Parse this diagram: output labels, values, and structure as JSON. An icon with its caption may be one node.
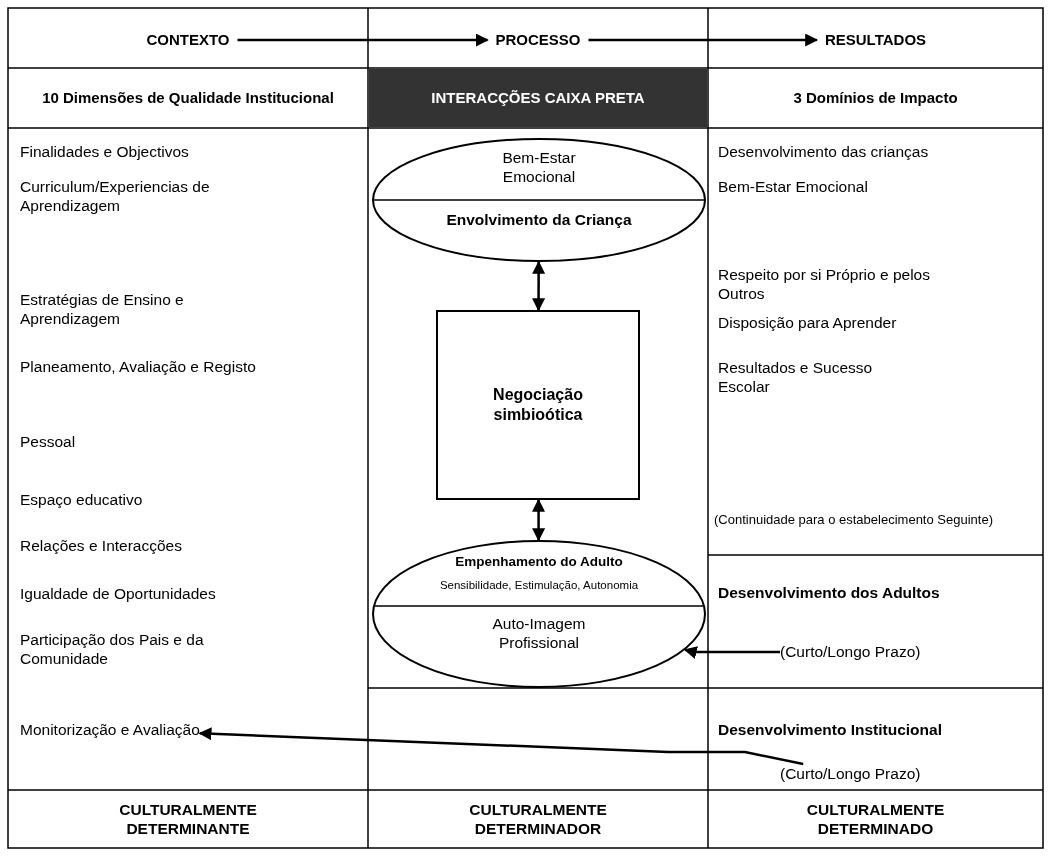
{
  "diagram": {
    "nodes": [
      {
        "text": [
          "CONTEXTO"
        ]
      },
      {
        "text": [
          "PROCESSO"
        ]
      },
      {
        "text": [
          "RESULTADOS"
        ]
      },
      {
        "text": [
          "10 Dimensões de Qualidade Institucional"
        ]
      },
      {
        "text": [
          "INTERACÇÕES CAIXA PRETA"
        ]
      },
      {
        "text": [
          "3 Domínios de Impacto"
        ]
      },
      {
        "text": [
          "Bem-Estar Emocional",
          "Envolvimento da Criança"
        ]
      },
      {
        "text": [
          "Negociação simbioótica"
        ]
      },
      {
        "text": [
          "Empenhamento do Adulto",
          "Sensibilidade, Estimulação, Autonomia",
          "Auto-Imagem Profissional"
        ]
      },
      {
        "text": [
          "(Curto/Longo Prazo)"
        ]
      },
      {
        "text": [
          "Monitorização e Avaliação"
        ]
      },
      {
        "text": [
          "(Curto/Longo Prazo)"
        ]
      }
    ],
    "edges": [
      {
        "from": 0,
        "to": 1,
        "arrow": "to"
      },
      {
        "from": 1,
        "to": 2,
        "arrow": "to"
      },
      {
        "from": 6,
        "to": 7,
        "arrow": "both"
      },
      {
        "from": 7,
        "to": 8,
        "arrow": "both"
      },
      {
        "from": 9,
        "to": 8,
        "arrow": "to"
      },
      {
        "from": 11,
        "to": 10,
        "arrow": "to"
      }
    ],
    "labels": [
      "Finalidades e Objectivos",
      "Curriculum/Experiencias de Aprendizagem",
      "Estratégias de Ensino e Aprendizagem",
      "Planeamento, Avaliação e Registo",
      "Pessoal",
      "Espaço educativo",
      "Relações e Interacções",
      "Igualdade de Oportunidades",
      "Participação dos Pais e da Comunidade",
      "Desenvolvimento das crianças",
      "Bem-Estar Emocional",
      "Respeito por si Próprio e pelos Outros",
      "Disposição para Aprender",
      "Resultados e Sucesso Escolar",
      "(Continuidade para o estabelecimento Seguinte)",
      "Desenvolvimento dos Adultos",
      "Desenvolvimento Institucional",
      "CULTURALMENTE DETERMINANTE",
      "CULTURALMENTE DETERMINADOR",
      "CULTURALMENTE DETERMINADO"
    ]
  }
}
